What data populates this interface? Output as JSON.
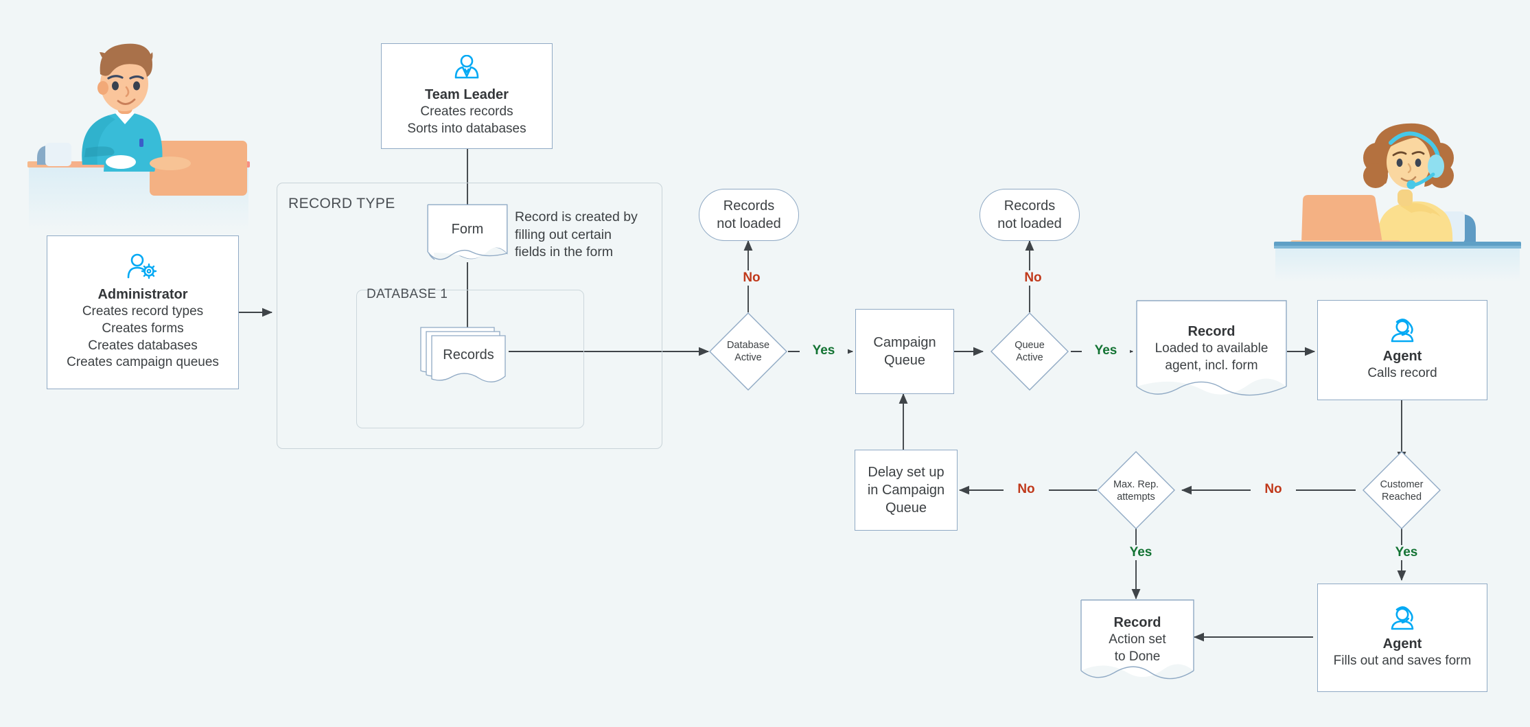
{
  "diagram": {
    "background_color": "#f1f6f7",
    "accent_icon_color": "#03a9f4",
    "node_border_color": "#8fa9c4",
    "yes_color": "#137333",
    "no_color": "#c0391b",
    "groups": [
      {
        "key": "record_type",
        "label": "RECORD TYPE"
      },
      {
        "key": "database_1",
        "label": "DATABASE 1"
      }
    ],
    "nodes": {
      "administrator": {
        "icon": "user-gear-icon",
        "title": "Administrator",
        "lines": [
          "Creates record types",
          "Creates forms",
          "Creates databases",
          "Creates campaign queues"
        ]
      },
      "team_leader": {
        "icon": "user-tie-icon",
        "title": "Team Leader",
        "lines": [
          "Creates records",
          "Sorts into databases"
        ]
      },
      "form": {
        "label": "Form"
      },
      "records": {
        "label": "Records"
      },
      "database_active": {
        "label": "Database\nActive",
        "line1": "Database",
        "line2": "Active"
      },
      "records_not_loaded_1": {
        "line1": "Records",
        "line2": "not loaded"
      },
      "campaign_queue": {
        "line1": "Campaign",
        "line2": "Queue"
      },
      "queue_active": {
        "line1": "Queue",
        "line2": "Active"
      },
      "records_not_loaded_2": {
        "line1": "Records",
        "line2": "not loaded"
      },
      "record_loaded": {
        "title": "Record",
        "lines": [
          "Loaded to available",
          "agent, incl. form"
        ]
      },
      "agent_calls": {
        "icon": "headset-agent-icon",
        "title": "Agent",
        "lines": [
          "Calls record"
        ]
      },
      "delay": {
        "line1": "Delay set up",
        "line2": "in Campaign",
        "line3": "Queue"
      },
      "max_rep_attempts": {
        "line1": "Max. Rep.",
        "line2": "attempts"
      },
      "customer_reached": {
        "line1": "Customer",
        "line2": "Reached"
      },
      "record_done": {
        "title": "Record",
        "lines": [
          "Action set",
          "to Done"
        ]
      },
      "agent_fills": {
        "icon": "headset-agent-icon",
        "title": "Agent",
        "lines": [
          "Fills out and saves form"
        ]
      }
    },
    "annotations": {
      "form_note": [
        "Record is created by",
        "filling out certain",
        "fields in the form"
      ]
    },
    "edge_labels": {
      "db_active_no": "No",
      "db_active_yes": "Yes",
      "queue_active_no": "No",
      "queue_active_yes": "Yes",
      "customer_reached_no": "No",
      "customer_reached_yes": "Yes",
      "max_rep_no": "No",
      "max_rep_yes": "Yes"
    },
    "illustrations": {
      "left": {
        "name": "man-at-desktop-computer-illustration"
      },
      "right": {
        "name": "woman-agent-with-headset-illustration"
      }
    }
  }
}
